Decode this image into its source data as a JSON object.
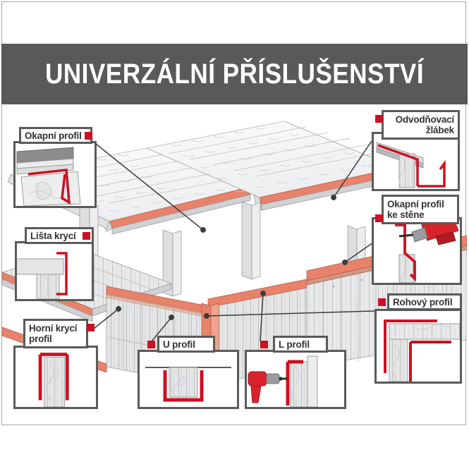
{
  "header": {
    "title": "UNIVERZÁLNÍ PŘÍSLUŠENSTVÍ",
    "background_color": "#595959",
    "text_color": "#ffffff"
  },
  "palette": {
    "frame_border": "#a8a4a8",
    "callout_border": "#5a5a5a",
    "marker_red": "#cc1122",
    "profile_red": "#cc1122",
    "trim_orange": "#e8826a",
    "roof_light": "#f2f3f4",
    "wood_gray": "#d9dadb",
    "line_dark": "#4a4a4a",
    "tool_red": "#d8232a"
  },
  "illustration": {
    "name": "isometric-carport-gazebo",
    "description": "Izometrický nákres přístřešku s taškovou střechou, dřevěným obkladem a oranžovými lemovacími profily"
  },
  "callouts": [
    {
      "id": "okapni-profil",
      "label": "Okapní profil",
      "lines": [
        "Okapní profil"
      ],
      "marker_side": "right",
      "art": "drip-edge-profile"
    },
    {
      "id": "odvodnovaci-zlabek",
      "label": "Odvodňovací žlábek",
      "lines": [
        "Odvodňovací",
        "žlábek"
      ],
      "marker_side": "left",
      "art": "drainage-channel-profile"
    },
    {
      "id": "lista-kryci",
      "label": "Lišta krycí",
      "lines": [
        "Lišta krycí"
      ],
      "marker_side": "right",
      "art": "cover-strip-profile"
    },
    {
      "id": "okapni-profil-ke-stene",
      "label": "Okapní profil ke stěne",
      "lines": [
        "Okapní profil",
        "ke stěne"
      ],
      "marker_side": "left",
      "art": "wall-drip-profile-with-caulk-gun"
    },
    {
      "id": "horni-kryci-profil",
      "label": "Horní krycí profil",
      "lines": [
        "Horní krycí",
        "profil"
      ],
      "marker_side": "right",
      "art": "top-cover-profile"
    },
    {
      "id": "rohovy-profil",
      "label": "Rohový profil",
      "lines": [
        "Rohový profil"
      ],
      "marker_side": "left",
      "art": "corner-profile"
    },
    {
      "id": "u-profil",
      "label": "U profil",
      "lines": [
        "U profil"
      ],
      "marker_side": "left",
      "art": "u-channel-profile"
    },
    {
      "id": "l-profil",
      "label": "L profil",
      "lines": [
        "L profil"
      ],
      "marker_side": "left",
      "art": "l-profile-with-drill"
    }
  ]
}
